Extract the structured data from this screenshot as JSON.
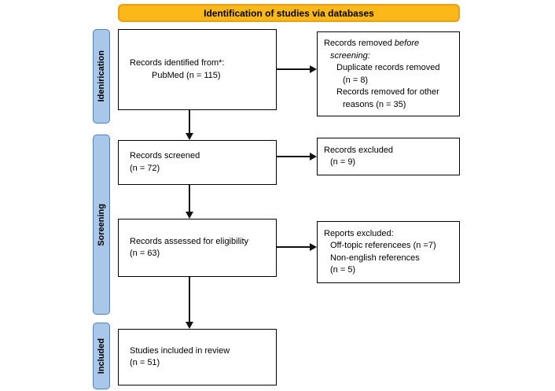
{
  "banner": {
    "label": "Identification of studies via databases"
  },
  "stages": {
    "identification": "Idenirication",
    "screening": "Soreening",
    "included": "Included"
  },
  "flow": {
    "identified": {
      "line1": "Records identified from*:",
      "line2": "PubMed (n = 115)"
    },
    "removed": {
      "line1_normal": "Records removed",
      "line1_italic": "before",
      "line2_italic": "screening:",
      "line3": "Duplicate records removed",
      "line4": "(n = 8)",
      "line5": "Records removed for other",
      "line6": "reasons (n = 35)"
    },
    "screened": {
      "line1": "Records screened",
      "line2": "(n = 72)"
    },
    "records_excluded": {
      "line1": "Records excluded",
      "line2": "(n = 9)"
    },
    "assessed": {
      "line1": "Records assessed for eligibility",
      "line2": "(n = 63)"
    },
    "reports_excluded": {
      "line1": "Reports excluded:",
      "line2": "Off-topic referencees (n =7)",
      "line3": "Non-english references",
      "line4": "(n = 5)"
    },
    "included": {
      "line1": "Studies included in review",
      "line2": "(n = 51)"
    }
  },
  "colors": {
    "banner_fill": "#FBB818",
    "banner_border": "#E9A012",
    "stage_fill": "#A9C7E8",
    "stage_border": "#4F81BD",
    "box_border": "#000000",
    "arrow": "#111111"
  }
}
